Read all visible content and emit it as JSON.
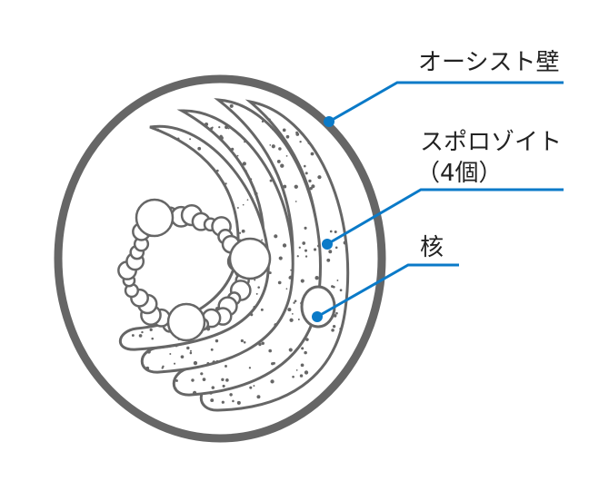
{
  "labels": {
    "oocyst_wall": "オーシスト壁",
    "sporozoite": "スポロゾイト",
    "sporozoite_count": "（4個）",
    "nucleus": "核"
  },
  "colors": {
    "outline": "#666666",
    "leader": "#0a7ac8",
    "text": "#222222"
  }
}
